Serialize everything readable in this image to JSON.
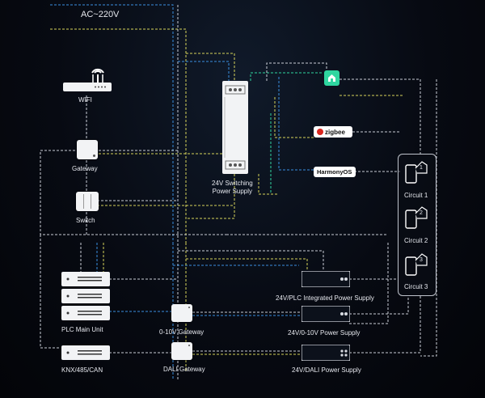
{
  "colors": {
    "background": "#070a12",
    "wire_white": "#c9cdd6",
    "wire_blue": "#3a8fe0",
    "wire_yellow": "#d6d35a",
    "wire_green": "#2fd6a0",
    "device": "#f2f3f5"
  },
  "labels": {
    "ac": "AC~220V",
    "wifi": "WIFI",
    "gateway": "Gateway",
    "switch": "Switch",
    "psu24_line1": "24V Switching",
    "psu24_line2": "Power Supply",
    "plc_main": "PLC Main Unit",
    "knx": "KNX/485/CAN",
    "gw_010": "0-10V Gateway",
    "gw_dali": "DALI Gateway",
    "ps_plc": "24V/PLC Integrated Power Supply",
    "ps_010": "24V/0-10V Power Supply",
    "ps_dali": "24V/DALI Power Supply",
    "zigbee": "zigbee",
    "harmony": "HarmonyOS",
    "circuit1": "Circuit 1",
    "circuit2": "Circuit 2",
    "circuit3": "Circuit 3",
    "num1": "1",
    "num2": "2",
    "num3": "3"
  },
  "icons": {
    "router": "router-icon",
    "gateway": "gateway-icon",
    "switch": "switch-icon",
    "mi_home": "mi-home-icon",
    "zigbee": "zigbee-icon",
    "phone": "phone-icon"
  }
}
